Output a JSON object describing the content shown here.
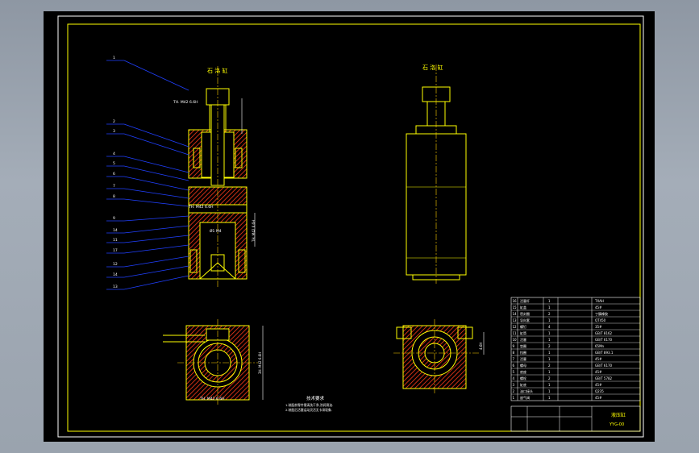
{
  "drawing": {
    "view_labels": {
      "left": "石 洛 缸",
      "right": "石 洛 缸"
    },
    "callouts": [
      "1",
      "2",
      "3",
      "4",
      "5",
      "6",
      "7",
      "8",
      "9",
      "14",
      "11",
      "17",
      "12",
      "14",
      "13"
    ],
    "dims": {
      "top_width": "TH. M42 6.6H",
      "mid_width": "TH. M42 6.6H",
      "bore": "Ø1 M4",
      "side_height": "TH. M42 6.6H",
      "base_width": "TH. M42 6.6H",
      "base_height": "3H. M42 6.6H",
      "right_base_height": "4.6H"
    },
    "notes_title": "技术要求",
    "notes_lines": [
      "1.装配前零件需清洗干净,涂润滑油.",
      "2.装配后活塞运动灵活无卡滞现象."
    ],
    "bom_rows": [
      {
        "no": "16",
        "name": "活塞杆",
        "qty": "1",
        "mat": "TXAH"
      },
      {
        "no": "15",
        "name": "缸盖",
        "qty": "1",
        "mat": "45#"
      },
      {
        "no": "14",
        "name": "密封圈",
        "qty": "2",
        "mat": "丁腈橡胶"
      },
      {
        "no": "13",
        "name": "导向套",
        "qty": "1",
        "mat": "QT450"
      },
      {
        "no": "12",
        "name": "螺钉",
        "qty": "4",
        "mat": "35#"
      },
      {
        "no": "11",
        "name": "缸筒",
        "qty": "1",
        "mat": "GB/T 8162"
      },
      {
        "no": "10",
        "name": "活塞",
        "qty": "1",
        "mat": "GB/T 6170"
      },
      {
        "no": "9",
        "name": "垫圈",
        "qty": "2",
        "mat": "65Mn"
      },
      {
        "no": "8",
        "name": "挡圈",
        "qty": "1",
        "mat": "GB/T 893.1"
      },
      {
        "no": "7",
        "name": "活塞",
        "qty": "1",
        "mat": "45#"
      },
      {
        "no": "6",
        "name": "螺母",
        "qty": "2",
        "mat": "GB/T 6170"
      },
      {
        "no": "5",
        "name": "底座",
        "qty": "1",
        "mat": "45#"
      },
      {
        "no": "4",
        "name": "螺栓",
        "qty": "2",
        "mat": "GB/T 5782"
      },
      {
        "no": "3",
        "name": "缸底",
        "qty": "1",
        "mat": "45#"
      },
      {
        "no": "2",
        "name": "油口接头",
        "qty": "1",
        "mat": "Q235"
      },
      {
        "no": "1",
        "name": "放气阀",
        "qty": "1",
        "mat": "45#"
      }
    ],
    "title_block": {
      "title": "液压缸",
      "drawing_no": "YYG-00"
    },
    "colors": {
      "outline": "#ffff00",
      "section": "#ff3b1a",
      "leader": "#2040ff",
      "dim": "#ffffff",
      "center": "#ffd000"
    }
  }
}
